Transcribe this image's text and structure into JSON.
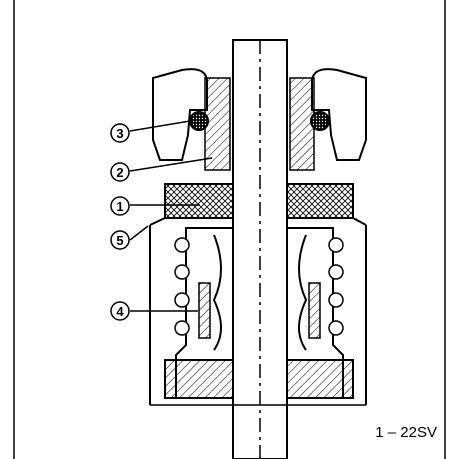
{
  "figure": {
    "id_label": "1 – 22SV"
  },
  "callouts": [
    {
      "number": "3"
    },
    {
      "number": "2"
    },
    {
      "number": "1"
    },
    {
      "number": "5"
    },
    {
      "number": "4"
    }
  ],
  "colors": {
    "line": "#000000",
    "background": "#ffffff",
    "hatch": "#000000"
  }
}
